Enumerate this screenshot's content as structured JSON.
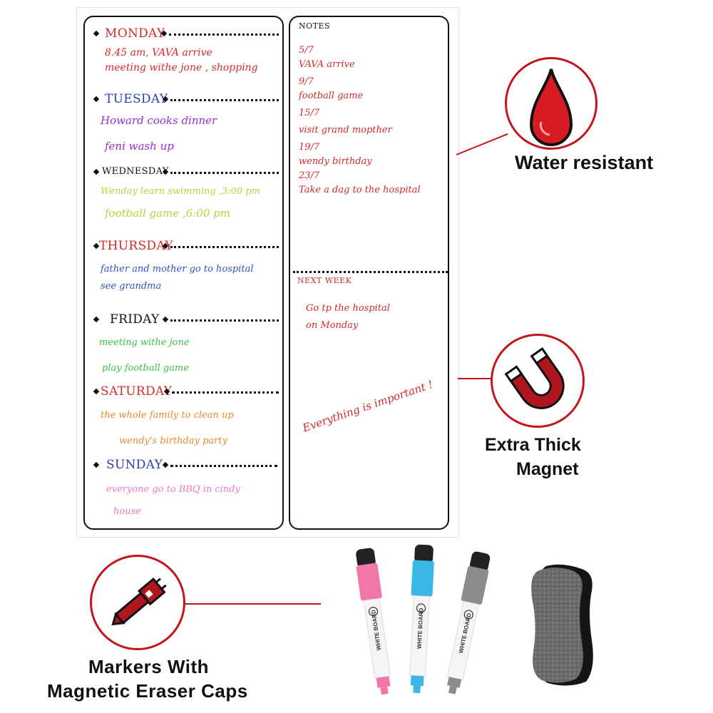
{
  "days": [
    {
      "name": "MONDAY",
      "color": "#d42a2a",
      "notes": [
        "8.45 am, VAVA arrive",
        "meeting withe jone ,  shopping"
      ],
      "note_color": "#d42a2a"
    },
    {
      "name": "TUESDAY",
      "color": "#2b3fb0",
      "notes": [
        "Howard cooks dinner",
        "feni wash up"
      ],
      "note_color": "#9b2bd0"
    },
    {
      "name": "WEDNESDAY",
      "color": "#111111",
      "notes": [
        "Wenday learn swimming ,3:00 pm",
        "football game ,6:00 pm"
      ],
      "note_color": "#b9d23a"
    },
    {
      "name": "THURSDAY",
      "color": "#d42a2a",
      "notes": [
        "father and mother go to hospital",
        "see grandma"
      ],
      "note_color": "#2b52c0"
    },
    {
      "name": "FRIDAY",
      "color": "#111111",
      "notes": [
        "meeting withe jone",
        "play football game"
      ],
      "note_color": "#3cc34a"
    },
    {
      "name": "SATURDAY",
      "color": "#d42a2a",
      "notes": [
        "the whole family to clean up",
        "wendy's birthday party"
      ],
      "note_color": "#e88a2a"
    },
    {
      "name": "SUNDAY",
      "color": "#2b3fb0",
      "notes": [
        "everyone go to  BBQ  in cindy",
        "house"
      ],
      "note_color": "#f07ac0"
    }
  ],
  "notes": {
    "heading": "NOTES",
    "lines": [
      "5/7",
      "VAVA  arrive",
      "9/7",
      "football  game",
      "15/7",
      "visit grand mopther",
      "19/7",
      "wendy birthday",
      "23/7",
      "Take a dag to the hospital"
    ],
    "color": "#d42a2a"
  },
  "next_week": {
    "heading": "NEXT WEEK",
    "lines": [
      "Go tp the hospital",
      "on Monday"
    ],
    "slogan": "Everything is important !",
    "color": "#d42a2a"
  },
  "features": {
    "water": {
      "label": "Water resistant",
      "icon": "water-drop-icon"
    },
    "magnet": {
      "label_line1": "Extra Thick",
      "label_line2": "Magnet",
      "icon": "horseshoe-magnet-icon"
    },
    "markers": {
      "label_line1": "Markers With",
      "label_line2": "Magnetic Eraser Caps",
      "icon": "marker-icon"
    }
  },
  "accent_color": "#c4151c",
  "marker_text": "WHITE BOARD",
  "marker_colors": [
    "#f277a8",
    "#39b8e6",
    "#8c8c8c"
  ]
}
